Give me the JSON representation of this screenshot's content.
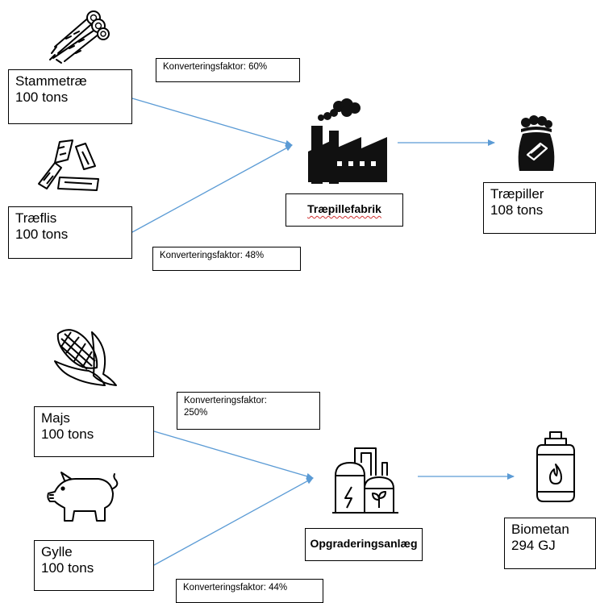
{
  "wood": {
    "source1": {
      "name": "Stammetræ",
      "amount": "100 tons",
      "icon": "logs-icon"
    },
    "source2": {
      "name": "Træflis",
      "amount": "100 tons",
      "icon": "wood-chips-icon"
    },
    "factor1": "Konverteringsfaktor: 60%",
    "factor2": "Konverteringsfaktor: 48%",
    "plant": {
      "label": "Træpillefabrik",
      "icon": "factory-icon"
    },
    "output": {
      "name": "Træpiller",
      "amount": "108 tons",
      "icon": "pellet-bag-icon"
    }
  },
  "bio": {
    "source1": {
      "name": "Majs",
      "amount": "100 tons",
      "icon": "corn-icon"
    },
    "source2": {
      "name": "Gylle",
      "amount": "100 tons",
      "icon": "pig-icon"
    },
    "factor1_line1": "Konverteringsfaktor:",
    "factor1_line2": "250%",
    "factor2": "Konverteringsfaktor: 44%",
    "plant": {
      "label": "Opgraderingsanlæg",
      "icon": "biogas-plant-icon"
    },
    "output": {
      "name": "Biometan",
      "amount": "294 GJ",
      "icon": "gas-cylinder-icon"
    }
  },
  "colors": {
    "arrow": "#5b9bd5",
    "text": "#000000",
    "spellcheck": "#d03030"
  }
}
